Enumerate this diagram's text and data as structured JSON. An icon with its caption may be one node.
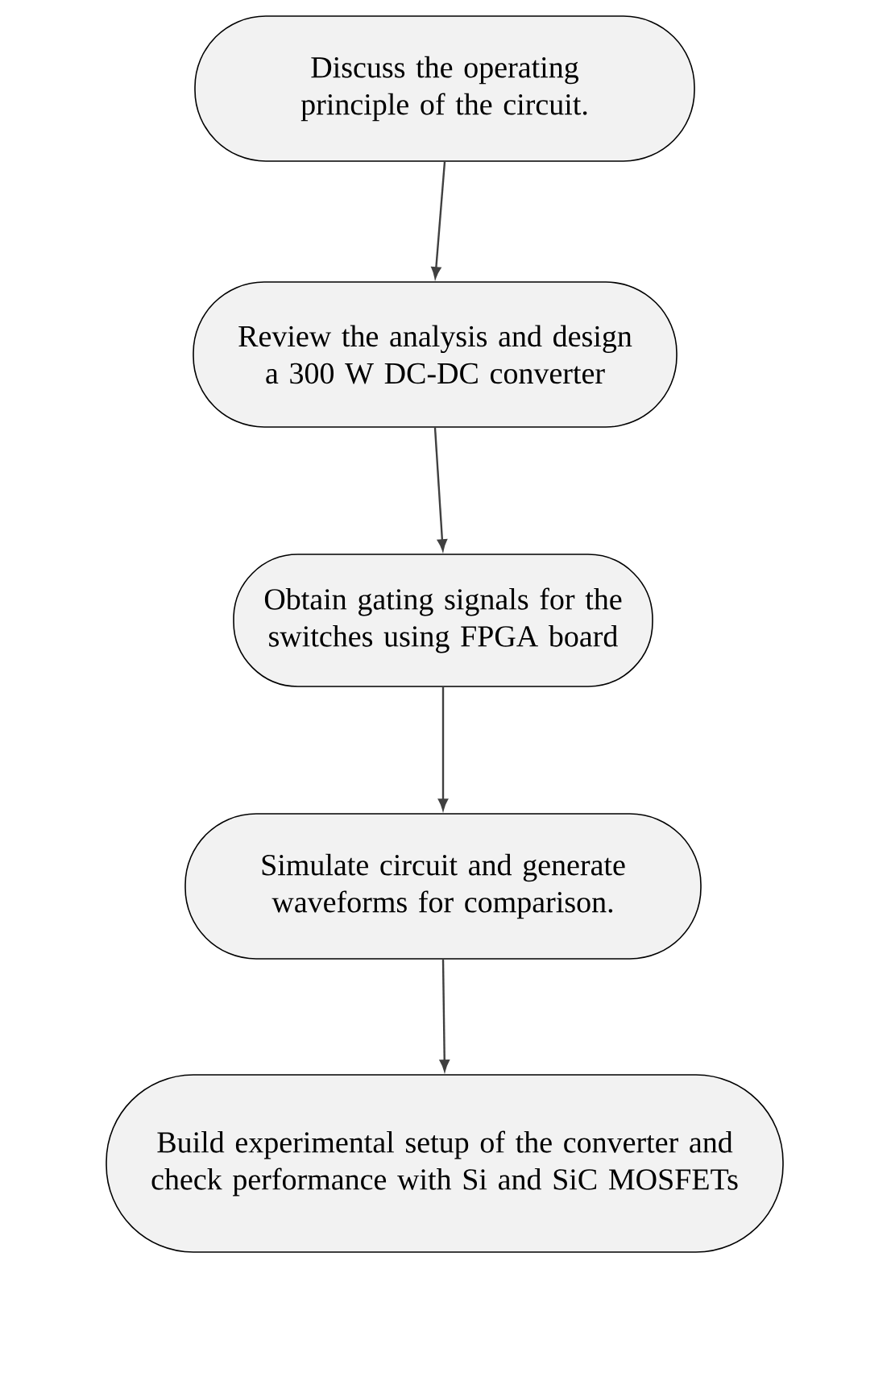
{
  "diagram": {
    "nodes": [
      {
        "text": [
          "Discuss the operating principle of the circuit."
        ]
      },
      {
        "text": [
          "Review the analysis and design a 300 W DC-DC converter"
        ]
      },
      {
        "text": [
          "Obtain gating signals for the switches using FPGA board"
        ]
      },
      {
        "text": [
          "Simulate circuit and generate waveforms for comparison."
        ]
      },
      {
        "text": [
          "Build experimental setup of the converter and check performance with Si and SiC MOSFETs"
        ]
      }
    ],
    "edges": [
      {
        "from": 0,
        "to": 1,
        "arrow": "to"
      },
      {
        "from": 1,
        "to": 2,
        "arrow": "to"
      },
      {
        "from": 2,
        "to": 3,
        "arrow": "to"
      },
      {
        "from": 3,
        "to": 4,
        "arrow": "to"
      }
    ]
  }
}
